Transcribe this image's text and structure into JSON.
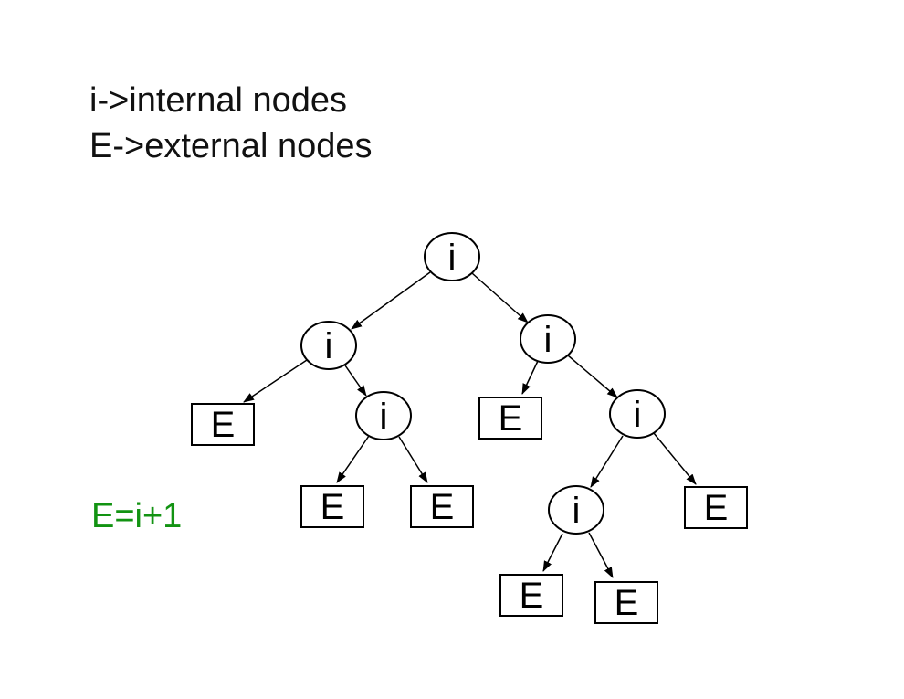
{
  "slide": {
    "background": "#ffffff",
    "legend": {
      "line1": "i->internal nodes",
      "line2": "E->external nodes"
    },
    "formula": {
      "text": "E=i+1",
      "color": "#129312"
    },
    "diagram": {
      "type": "binary-tree",
      "stroke_color": "#000000",
      "node_meaning": {
        "internal": "internal nodes (circles, labeled i)",
        "external": "external nodes (rectangles, labeled E)"
      },
      "nodes": [
        {
          "id": "root",
          "type": "internal",
          "label": "i"
        },
        {
          "id": "l",
          "type": "internal",
          "label": "i"
        },
        {
          "id": "r",
          "type": "internal",
          "label": "i"
        },
        {
          "id": "ll",
          "type": "external",
          "label": "E"
        },
        {
          "id": "lr",
          "type": "internal",
          "label": "i"
        },
        {
          "id": "rl",
          "type": "external",
          "label": "E"
        },
        {
          "id": "rr",
          "type": "internal",
          "label": "i"
        },
        {
          "id": "lrl",
          "type": "external",
          "label": "E"
        },
        {
          "id": "lrr",
          "type": "external",
          "label": "E"
        },
        {
          "id": "rrl",
          "type": "internal",
          "label": "i"
        },
        {
          "id": "rrr",
          "type": "external",
          "label": "E"
        },
        {
          "id": "rrll",
          "type": "external",
          "label": "E"
        },
        {
          "id": "rrlr",
          "type": "external",
          "label": "E"
        }
      ],
      "edges": [
        {
          "from": "root",
          "to": "l"
        },
        {
          "from": "root",
          "to": "r"
        },
        {
          "from": "l",
          "to": "ll"
        },
        {
          "from": "l",
          "to": "lr"
        },
        {
          "from": "r",
          "to": "rl"
        },
        {
          "from": "r",
          "to": "rr"
        },
        {
          "from": "lr",
          "to": "lrl"
        },
        {
          "from": "lr",
          "to": "lrr"
        },
        {
          "from": "rr",
          "to": "rrl"
        },
        {
          "from": "rr",
          "to": "rrr"
        },
        {
          "from": "rrl",
          "to": "rrll"
        },
        {
          "from": "rrl",
          "to": "rrlr"
        }
      ]
    }
  }
}
